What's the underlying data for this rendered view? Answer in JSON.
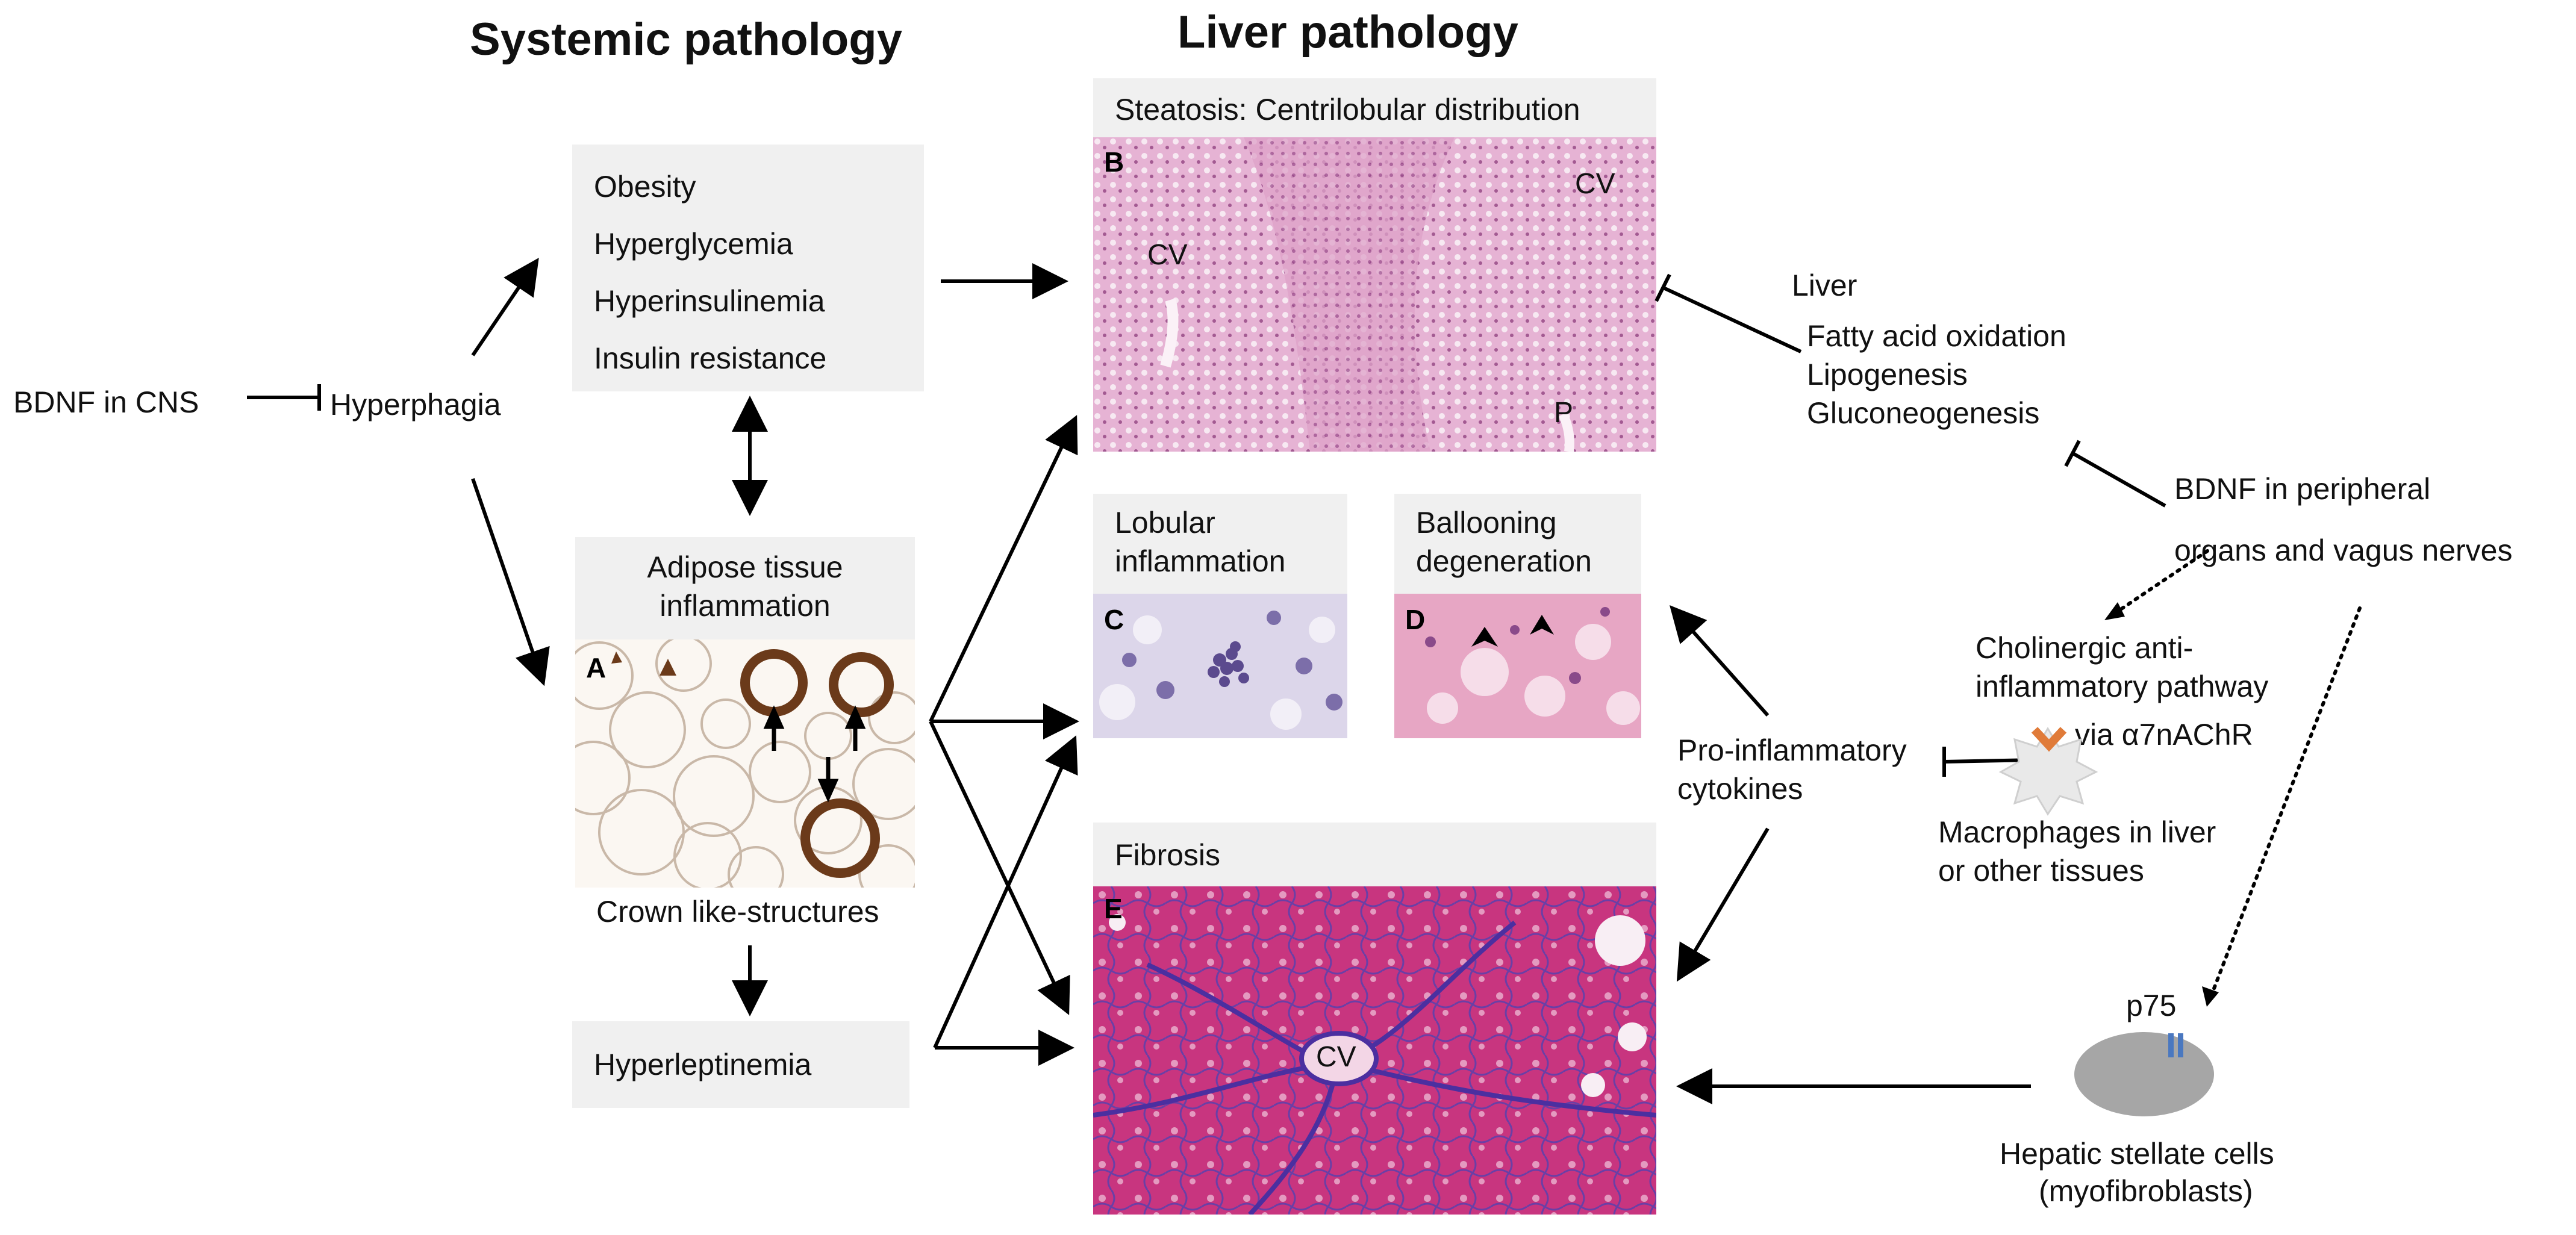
{
  "titles": {
    "systemic": "Systemic pathology",
    "liver": "Liver pathology"
  },
  "left": {
    "bdnf_cns": "BDNF in CNS",
    "hyperphagia": "Hyperphagia",
    "metabolic_items": [
      "Obesity",
      "Hyperglycemia",
      "Hyperinsulinemia",
      "Insulin  resistance"
    ],
    "adipose_header": [
      "Adipose tissue",
      "inflammation"
    ],
    "panel_a_label": "A",
    "crown_caption": "Crown like-structures",
    "hyperleptinemia": "Hyperleptinemia"
  },
  "center": {
    "steatosis_header": "Steatosis: Centrilobular distribution",
    "panel_b_label": "B",
    "cv_label": "CV",
    "p_label": "P",
    "lobular_header": [
      "Lobular",
      "inflammation"
    ],
    "panel_c_label": "C",
    "ballooning_header": [
      "Ballooning",
      "degeneration"
    ],
    "panel_d_label": "D",
    "fibrosis_header": "Fibrosis",
    "panel_e_label": "E"
  },
  "right": {
    "liver": "Liver",
    "liver_items": [
      "Fatty acid oxidation",
      "Lipogenesis",
      "Gluconeogenesis"
    ],
    "bdnf_peripheral": [
      "BDNF in peripheral",
      "organs and vagus nerves"
    ],
    "cholinergic": [
      "Cholinergic anti-",
      "inflammatory pathway"
    ],
    "via_receptor": "via α7nAChR",
    "macrophages": [
      "Macrophages in liver",
      "or other tissues"
    ],
    "pro_inflammatory": [
      "Pro-inflammatory",
      "cytokines"
    ],
    "p75": "p75",
    "stellate": [
      "Hepatic stellate cells",
      "(myofibroblasts)"
    ]
  },
  "colors": {
    "box_bg": "#f0f0f0",
    "he_pink": "#e9b6d6",
    "fibrosis_magenta": "#c0307a",
    "receptor_orange": "#e07b39",
    "p75_blue": "#4a78c0",
    "cell_gray": "#a6a6a6"
  }
}
